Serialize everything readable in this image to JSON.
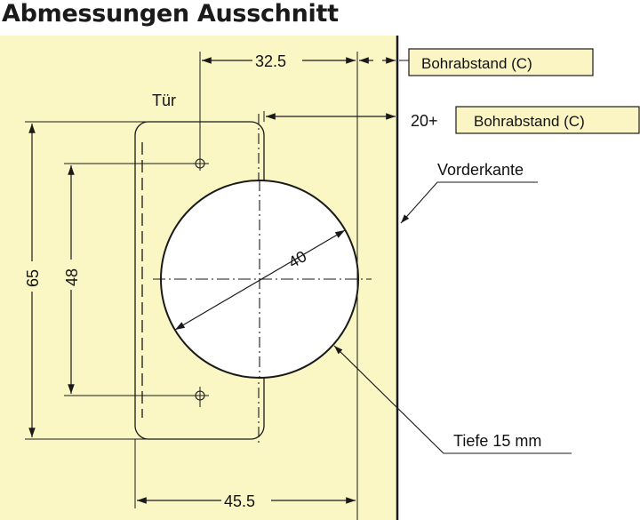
{
  "title": "Abmessungen Ausschnitt",
  "colors": {
    "panel": "#faf7c4",
    "label_box": "#faf5c3",
    "line": "#1a1a1a",
    "circle_fill": "#ffffff"
  },
  "labels": {
    "door": "Tür",
    "dim_top": "32.5",
    "dim_bottom": "45.5",
    "dim_height_outer": "65",
    "dim_height_inner": "48",
    "dim_diameter": "40",
    "offset_prefix": "20+",
    "bohrabstand_1": "Bohrabstand (C)",
    "bohrabstand_2": "Bohrabstand (C)",
    "front_edge": "Vorderkante",
    "depth": "Tiefe 15 mm"
  }
}
